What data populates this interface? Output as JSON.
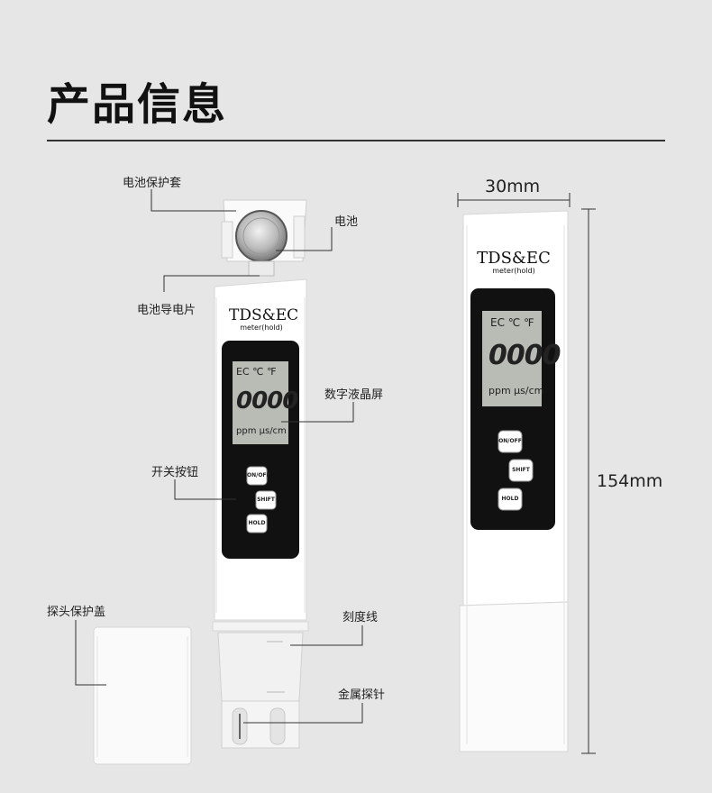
{
  "page_title": "产品信息",
  "callouts": {
    "battery_cover": "电池保护套",
    "battery": "电池",
    "battery_contact": "电池导电片",
    "lcd": "数字液晶屏",
    "power_button": "开关按钮",
    "probe_cap": "探头保护盖",
    "scale_line": "刻度线",
    "metal_probe": "金属探针"
  },
  "device": {
    "brand": "TDS&EC",
    "model": "meter(hold)",
    "lcd_top": "EC ℃ ℉",
    "lcd_digits": "0000",
    "lcd_units": "ppm μs/cm",
    "btn_onoff": "ON/OFF",
    "btn_shift": "SHIFT",
    "btn_hold": "HOLD"
  },
  "dimensions": {
    "width": "30mm",
    "height": "154mm"
  },
  "colors": {
    "background": "#e6e6e6",
    "body": "#ffffff",
    "screen_frame": "#111111",
    "lcd": "#b8bcb4"
  }
}
